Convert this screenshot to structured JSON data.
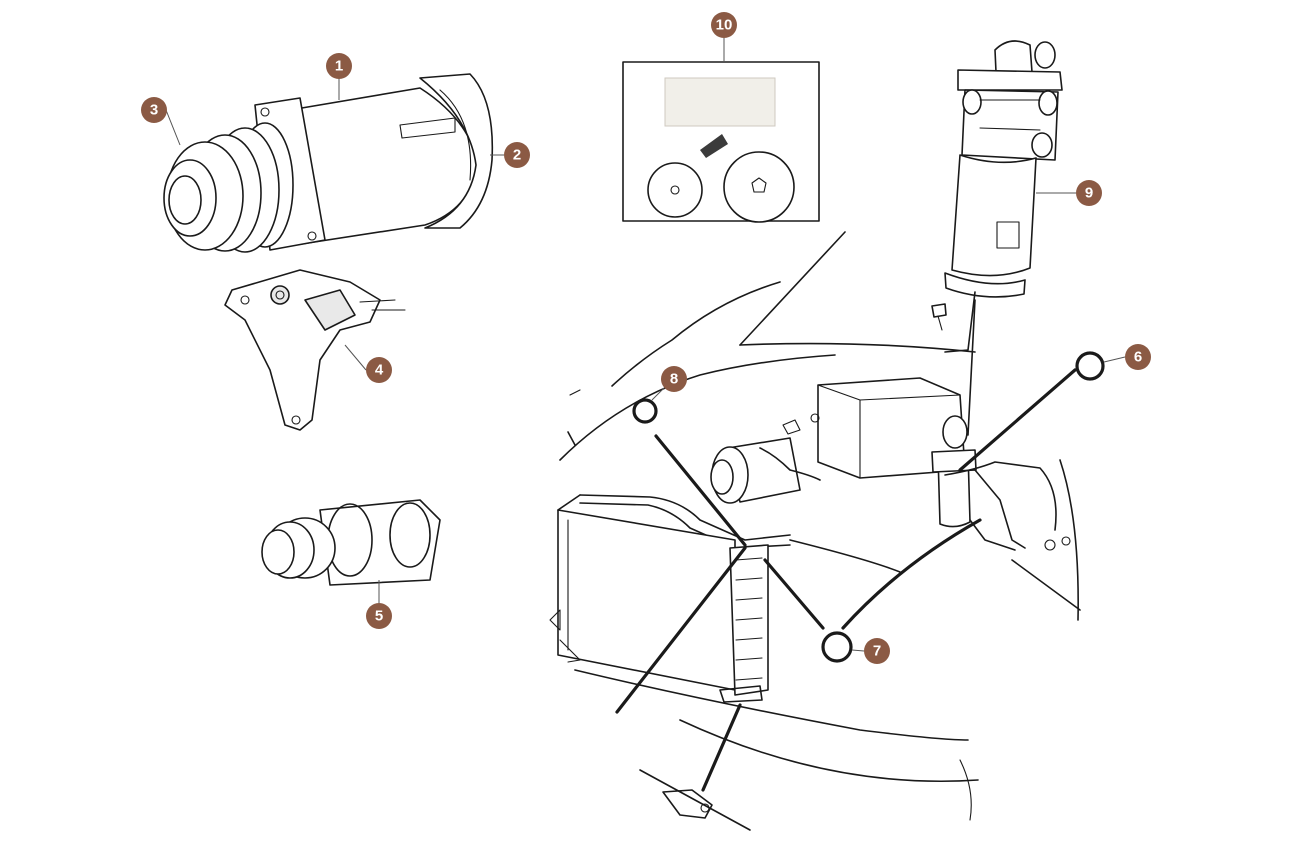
{
  "callouts": [
    {
      "label": "1"
    },
    {
      "label": "2"
    },
    {
      "label": "3"
    },
    {
      "label": "4"
    },
    {
      "label": "5"
    },
    {
      "label": "6"
    },
    {
      "label": "7"
    },
    {
      "label": "8"
    },
    {
      "label": "9"
    },
    {
      "label": "10"
    }
  ],
  "colors": {
    "callout_fill": "#8b5a44",
    "callout_text": "#ffffff",
    "line_art": "#1a1a1a",
    "background": "#ffffff"
  }
}
